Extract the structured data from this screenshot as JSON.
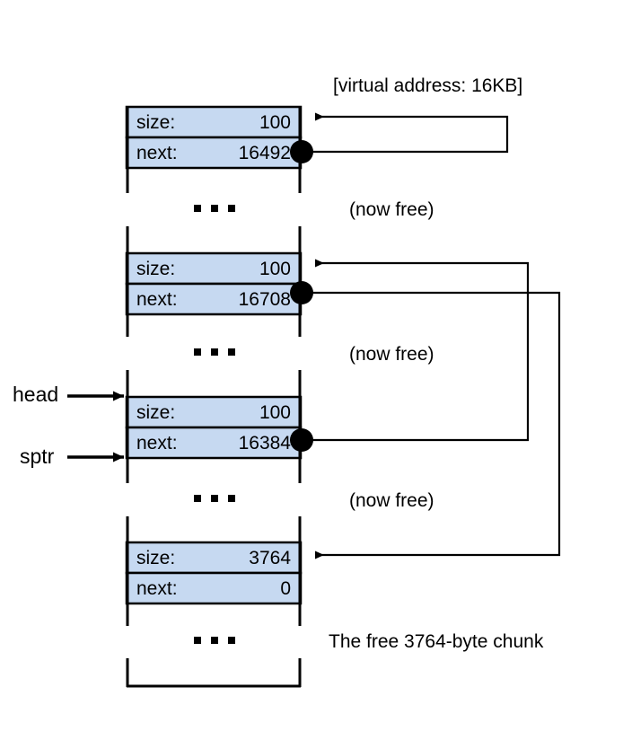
{
  "diagram": {
    "title_label": "[virtual address: 16KB]",
    "pointer_labels": [
      {
        "name": "head",
        "text": "head"
      },
      {
        "name": "sptr",
        "text": "sptr"
      }
    ],
    "blocks": [
      {
        "id": "block-16384",
        "size_label": "size:",
        "size_value": "100",
        "next_label": "next:",
        "next_value": "16492",
        "has_next_dot": true,
        "annotation": "(now free)"
      },
      {
        "id": "block-16492",
        "size_label": "size:",
        "size_value": "100",
        "next_label": "next:",
        "next_value": "16708",
        "has_next_dot": true,
        "annotation": "(now free)"
      },
      {
        "id": "block-16708",
        "size_label": "size:",
        "size_value": "100",
        "next_label": "next:",
        "next_value": "16384",
        "has_next_dot": true,
        "annotation": "(now free)"
      },
      {
        "id": "block-free-chunk",
        "size_label": "size:",
        "size_value": "3764",
        "next_label": "next:",
        "next_value": "0",
        "has_next_dot": false,
        "annotation": "The free 3764-byte chunk"
      }
    ],
    "colors": {
      "row_fill": "#c6d9f1",
      "stroke": "#000000",
      "background": "#ffffff"
    }
  }
}
